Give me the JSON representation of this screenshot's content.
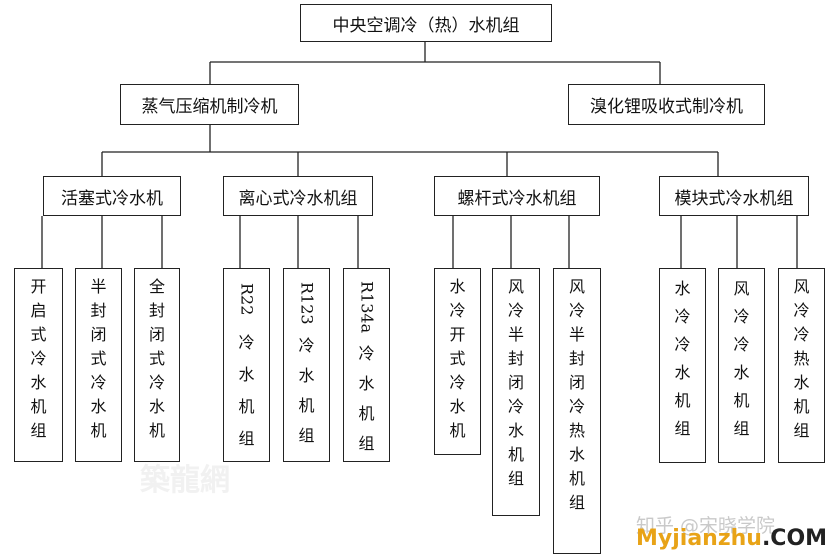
{
  "root": {
    "label": "中央空调冷（热）水机组"
  },
  "level1": [
    {
      "label": "蒸气压缩机制冷机"
    },
    {
      "label": "溴化锂吸收式制冷机"
    }
  ],
  "level2": [
    {
      "label": "活塞式冷水机"
    },
    {
      "label": "离心式冷水机组"
    },
    {
      "label": "螺杆式冷水机组"
    },
    {
      "label": "模块式冷水机组"
    }
  ],
  "leaves": [
    {
      "text": "开启式冷水机组"
    },
    {
      "text": "半封闭式冷水机"
    },
    {
      "text": "全封闭式冷水机"
    },
    {
      "prefix": "R22",
      "text": "冷水机组"
    },
    {
      "prefix": "R123",
      "text": "冷水机组"
    },
    {
      "prefix": "R134a",
      "text": "冷水机组"
    },
    {
      "text": "水冷开式冷水机"
    },
    {
      "text": "风冷半封闭冷水机组"
    },
    {
      "text": "风冷半封闭冷热水机组"
    },
    {
      "text": "水冷冷水机组"
    },
    {
      "text": "风冷冷水机组"
    },
    {
      "text": "风冷冷热水机组"
    }
  ],
  "watermarks": {
    "zhihu": "知乎 @宋晓学院",
    "site_my": "My",
    "site_jianzhu": "jianzhu",
    "site_com": ".COM",
    "faint": "築龍網"
  }
}
